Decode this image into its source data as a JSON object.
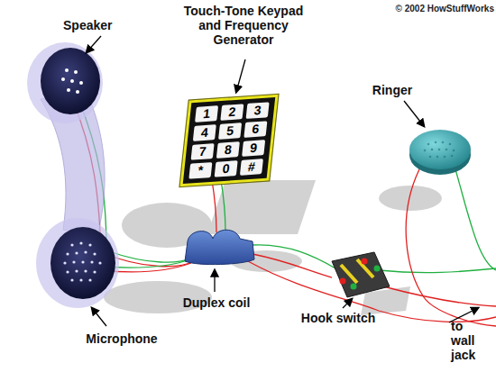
{
  "diagram": {
    "nodes": [
      {
        "text": [
          "1",
          "2",
          "3",
          "4",
          "5",
          "6",
          "7",
          "8",
          "9",
          "*",
          "0",
          "#"
        ]
      }
    ],
    "labels": [
      "© 2002 HowStuffWorks",
      "Speaker",
      "Touch-Tone Keypad and Frequency Generator",
      "Ringer",
      "Duplex coil",
      "Hook switch",
      "Microphone",
      "to wall jack"
    ]
  }
}
